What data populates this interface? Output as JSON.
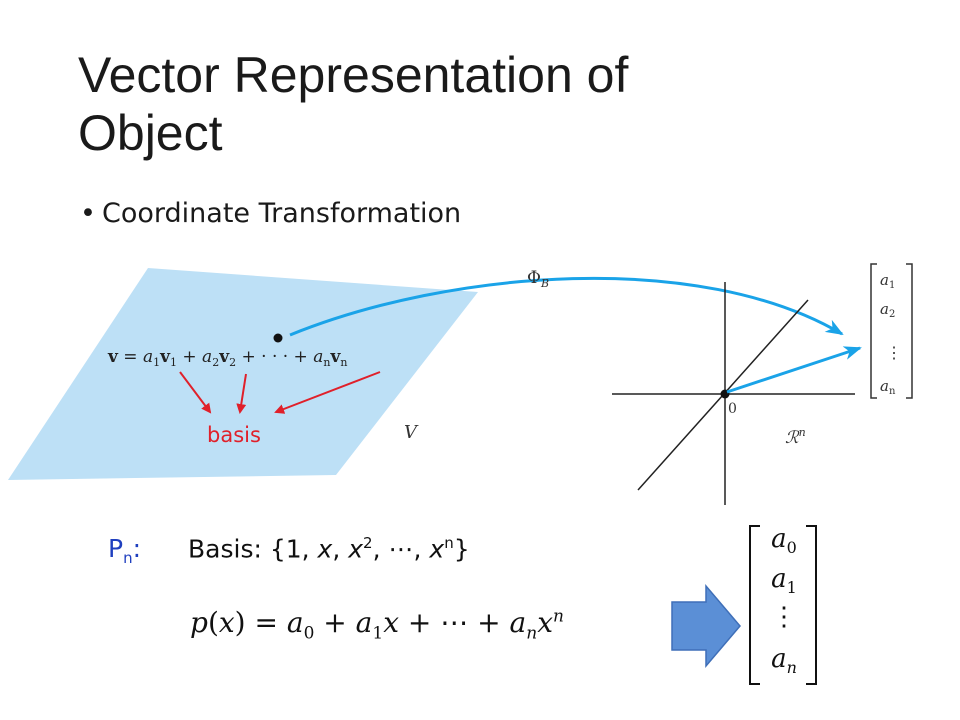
{
  "slide": {
    "title_line1": "Vector Representation of",
    "title_line2": "Object",
    "bullet": "Coordinate Transformation"
  },
  "figure": {
    "plane_equation": {
      "lhs": "v",
      "eq": " = ",
      "a1": "a",
      "s1": "1",
      "v1": "v",
      "plus1": " + ",
      "a2": "a",
      "s2": "2",
      "v2": "v",
      "plus2": " + · · · + ",
      "an": "a",
      "sn": "n",
      "vn": "v"
    },
    "basis_label": "basis",
    "space_label": "V",
    "map_label_symbol": "Φ",
    "map_label_sub": "B",
    "origin_label": "0",
    "rn_label": "ℛ",
    "rn_sup": "n",
    "column_vector": [
      {
        "base": "a",
        "sub": "1"
      },
      {
        "base": "a",
        "sub": "2"
      },
      {
        "base": "⋮",
        "sub": ""
      },
      {
        "base": "a",
        "sub": "n"
      }
    ],
    "colors": {
      "plane": "#bde0f6",
      "arrow": "#1aa3e8",
      "red": "#e0202a",
      "block_arrow": "#5b8fd6"
    }
  },
  "bottom": {
    "pn_base": "P",
    "pn_sub": "n",
    "pn_colon": ":",
    "basis_prefix": "Basis: {1, ",
    "x1": "x",
    "comma1": ", ",
    "x2": "x",
    "x2_sup": "2",
    "mid": ", ⋯, ",
    "xn": "x",
    "xn_sup": "n",
    "close": "}",
    "formula": {
      "p": "p",
      "open": "(",
      "x": "x",
      "close": ")",
      "eq": " = ",
      "a0": "a",
      "s0": "0",
      "plus1": " + ",
      "a1": "a",
      "s1": "1",
      "x1": "x",
      "plus2": " + ⋯ + ",
      "an": "a",
      "sn": "n",
      "xn": "x",
      "xn_sup": "n"
    },
    "vector": [
      {
        "base": "a",
        "sub": "0"
      },
      {
        "base": "a",
        "sub": "1"
      },
      {
        "base": "⋮",
        "sub": ""
      },
      {
        "base": "a",
        "sub": "n"
      }
    ]
  }
}
